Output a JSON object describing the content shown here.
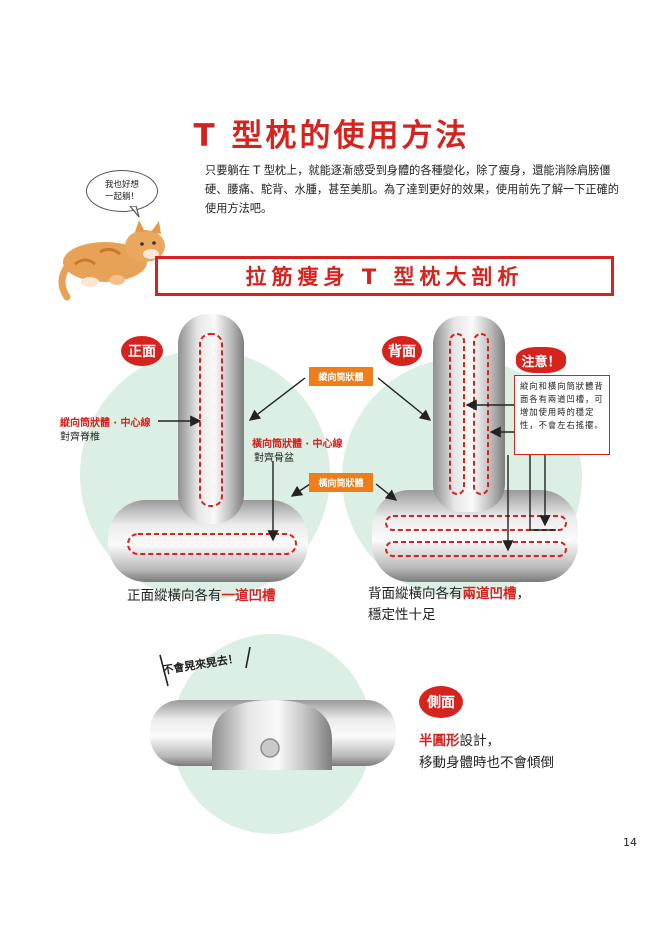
{
  "title": "T 型枕的使用方法",
  "intro": "只要躺在 T 型枕上，就能逐漸感受到身體的各種變化，除了瘦身，還能消除肩膀僵硬、腰痛、駝背、水腫，甚至美肌。為了達到更好的效果，使用前先了解一下正確的使用方法吧。",
  "bubble": {
    "line1": "我也好想",
    "line2": "一起躺！"
  },
  "banner_title": "拉筋瘦身 T 型枕大剖析",
  "front": {
    "tag": "正面",
    "label_vertical": "縱向筒狀體 ‧ 中心線",
    "label_vertical_sub": "對齊脊椎",
    "label_horizontal": "橫向筒狀體 ‧ 中心線",
    "label_horizontal_sub": "對齊骨盆",
    "caption_pre": "正面縱橫向各有",
    "caption_hl": "一道凹槽"
  },
  "center_tags": {
    "vertical": "縱向筒狀體",
    "horizontal": "橫向筒狀體"
  },
  "back": {
    "tag": "背面",
    "caption_pre": "背面縱橫向各有",
    "caption_hl": "兩道凹槽",
    "caption_post": "，",
    "caption_line2": "穩定性十足"
  },
  "note": {
    "tag": "注意！",
    "text": "縱向和橫向筒狀體背面各有兩道凹槽，可增加使用時的穩定性，不會左右搖擺。"
  },
  "side": {
    "stamp": "不會晃來晃去！",
    "tag": "側面",
    "caption_hl": "半圓形",
    "caption_post": "設計，",
    "caption_line2": "移動身體時也不會傾倒"
  },
  "page_number": "14",
  "colors": {
    "accent": "#d7231e",
    "orange": "#ee7d1a",
    "mint": "#dcefe4"
  }
}
